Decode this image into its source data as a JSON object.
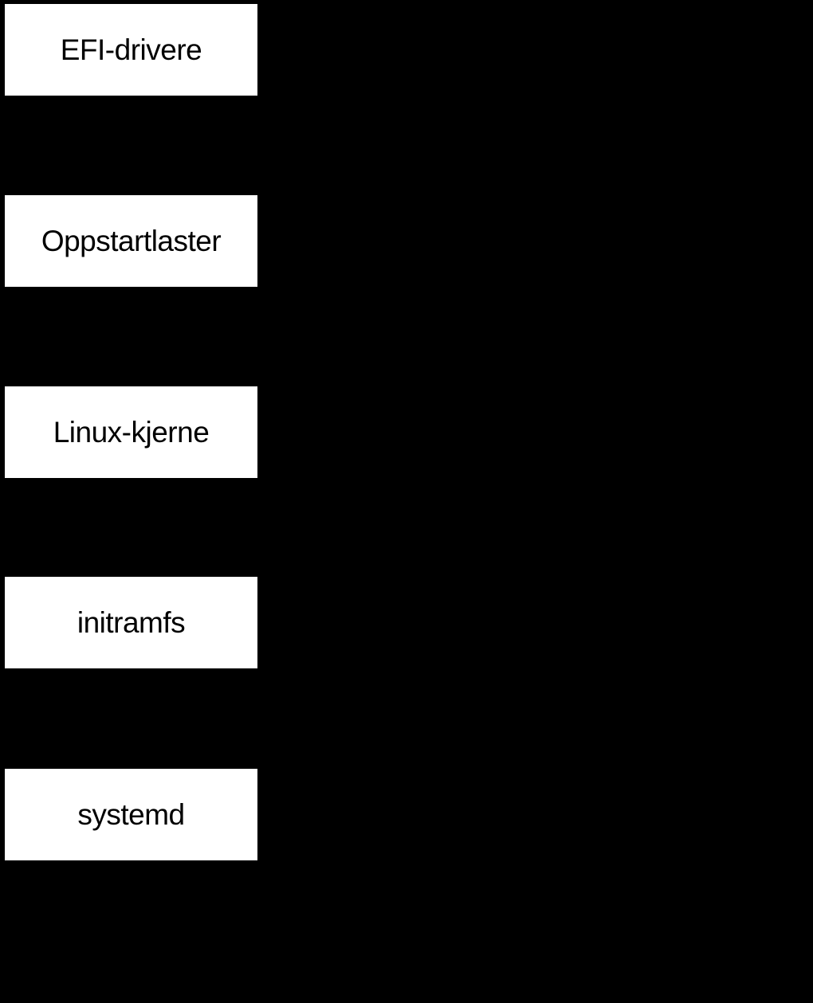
{
  "diagram": {
    "description": "Linux boot sequence flowchart (Norwegian labels), white nodes on black background",
    "background_color": "#000000",
    "node_fill_color": "#ffffff",
    "node_text_color": "#000000",
    "nodes": [
      {
        "id": "efi-drivers",
        "label": "EFI-drivere"
      },
      {
        "id": "bootloader",
        "label": "Oppstartlaster"
      },
      {
        "id": "linux-kernel",
        "label": "Linux-kjerne"
      },
      {
        "id": "initramfs",
        "label": "initramfs"
      },
      {
        "id": "systemd",
        "label": "systemd"
      }
    ]
  }
}
